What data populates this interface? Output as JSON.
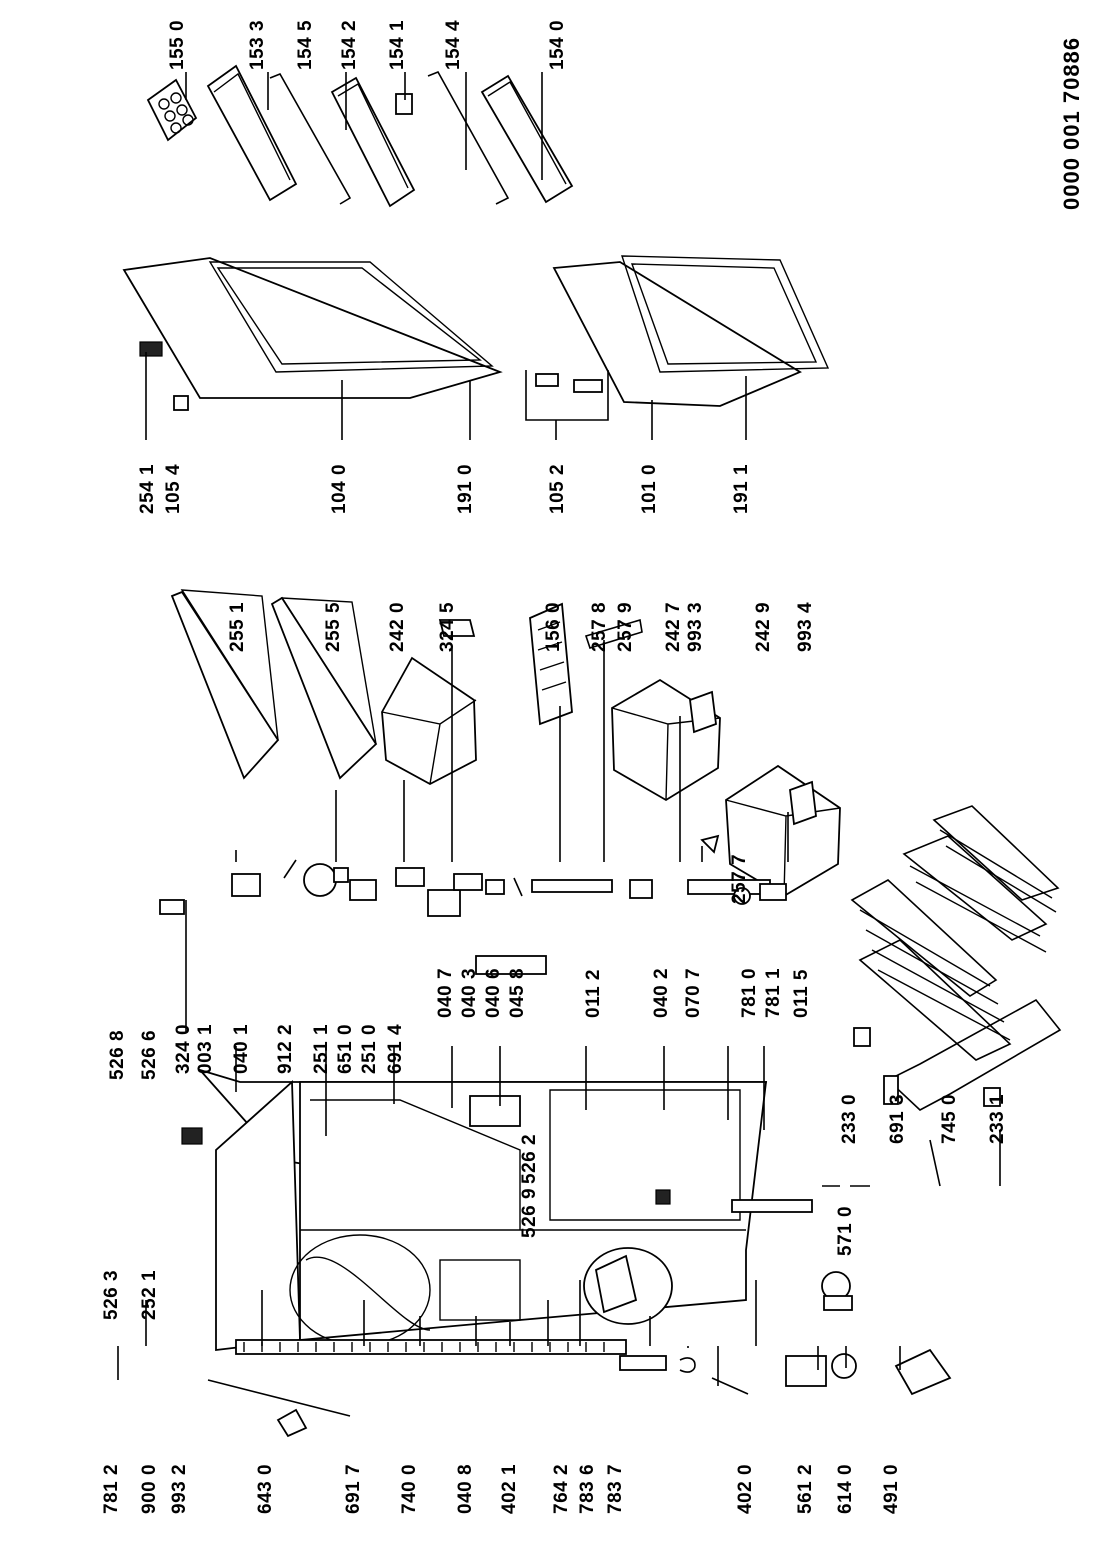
{
  "document_number": "0000 001 70886",
  "labels": [
    {
      "id": "1550",
      "text": "155 0"
    },
    {
      "id": "1533",
      "text": "153 3"
    },
    {
      "id": "1545",
      "text": "154 5"
    },
    {
      "id": "1542",
      "text": "154 2"
    },
    {
      "id": "1541",
      "text": "154 1"
    },
    {
      "id": "1544",
      "text": "154 4"
    },
    {
      "id": "1540",
      "text": "154 0"
    },
    {
      "id": "2541",
      "text": "254 1"
    },
    {
      "id": "1054",
      "text": "105 4"
    },
    {
      "id": "1040",
      "text": "104 0"
    },
    {
      "id": "1910",
      "text": "191 0"
    },
    {
      "id": "1052",
      "text": "105 2"
    },
    {
      "id": "1010",
      "text": "101 0"
    },
    {
      "id": "1911",
      "text": "191 1"
    },
    {
      "id": "2551",
      "text": "255 1"
    },
    {
      "id": "2555",
      "text": "255 5"
    },
    {
      "id": "2420",
      "text": "242 0"
    },
    {
      "id": "3245",
      "text": "324 5"
    },
    {
      "id": "1560",
      "text": "156 0"
    },
    {
      "id": "2578",
      "text": "257 8"
    },
    {
      "id": "2579",
      "text": "257 9"
    },
    {
      "id": "2427",
      "text": "242 7"
    },
    {
      "id": "9933",
      "text": "993 3"
    },
    {
      "id": "2429",
      "text": "242 9"
    },
    {
      "id": "9934",
      "text": "993 4"
    },
    {
      "id": "2577",
      "text": "257 7"
    },
    {
      "id": "5268",
      "text": "526 8"
    },
    {
      "id": "5266",
      "text": "526 6"
    },
    {
      "id": "3240",
      "text": "324 0"
    },
    {
      "id": "0031",
      "text": "003 1"
    },
    {
      "id": "0401",
      "text": "040 1"
    },
    {
      "id": "9122",
      "text": "912 2"
    },
    {
      "id": "2511",
      "text": "251 1"
    },
    {
      "id": "6510",
      "text": "651 0"
    },
    {
      "id": "2510",
      "text": "251 0"
    },
    {
      "id": "6914",
      "text": "691 4"
    },
    {
      "id": "0407",
      "text": "040 7"
    },
    {
      "id": "0403",
      "text": "040 3"
    },
    {
      "id": "0406",
      "text": "040 6"
    },
    {
      "id": "0458",
      "text": "045 8"
    },
    {
      "id": "0112",
      "text": "011 2"
    },
    {
      "id": "0402",
      "text": "040 2"
    },
    {
      "id": "0707",
      "text": "070 7"
    },
    {
      "id": "7810",
      "text": "781 0"
    },
    {
      "id": "7811",
      "text": "781 1"
    },
    {
      "id": "0115",
      "text": "011 5"
    },
    {
      "id": "5263",
      "text": "526 3"
    },
    {
      "id": "2521",
      "text": "252 1"
    },
    {
      "id": "5262",
      "text": "526 2"
    },
    {
      "id": "5269",
      "text": "526 9"
    },
    {
      "id": "5710",
      "text": "571 0"
    },
    {
      "id": "2330",
      "text": "233 0"
    },
    {
      "id": "6913",
      "text": "691 3"
    },
    {
      "id": "7450",
      "text": "745 0"
    },
    {
      "id": "2331",
      "text": "233 1"
    },
    {
      "id": "7812",
      "text": "781 2"
    },
    {
      "id": "9000",
      "text": "900 0"
    },
    {
      "id": "9932",
      "text": "993 2"
    },
    {
      "id": "6430",
      "text": "643 0"
    },
    {
      "id": "6917",
      "text": "691 7"
    },
    {
      "id": "7400",
      "text": "740 0"
    },
    {
      "id": "0408",
      "text": "040 8"
    },
    {
      "id": "4021",
      "text": "402 1"
    },
    {
      "id": "7642",
      "text": "764 2"
    },
    {
      "id": "7836",
      "text": "783 6"
    },
    {
      "id": "7837",
      "text": "783 7"
    },
    {
      "id": "4020",
      "text": "402 0"
    },
    {
      "id": "5612",
      "text": "561 2"
    },
    {
      "id": "6140",
      "text": "614 0"
    },
    {
      "id": "4910",
      "text": "491 0"
    }
  ]
}
